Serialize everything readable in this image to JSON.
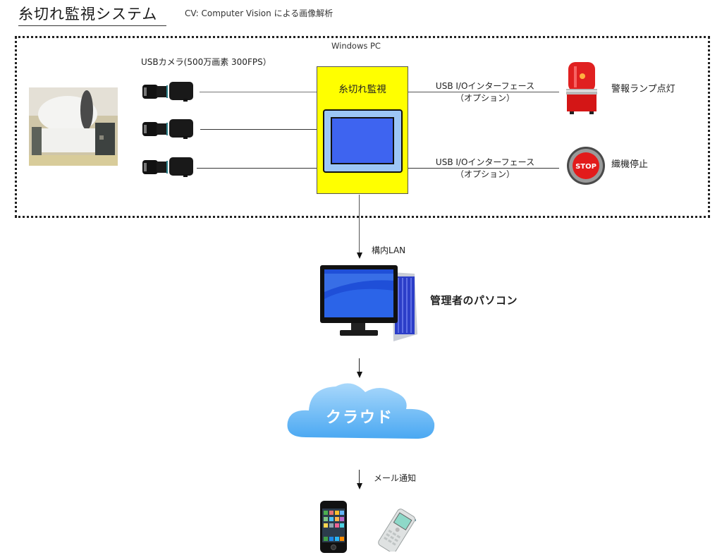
{
  "header": {
    "title": "糸切れ監視システム",
    "subtitle": "CV: Computer Vision による画像解析"
  },
  "windows_pc": {
    "label": "Windows PC",
    "camera_label": "USBカメラ(500万画素 300FPS）",
    "camera_count": 3,
    "monitor_box_label": "糸切れ監視",
    "outputs": [
      {
        "interface_label": "USB I/Oインターフェース",
        "interface_note": "（オプション）",
        "device_icon": "warning-lamp-icon",
        "device_label": "警報ランプ点灯"
      },
      {
        "interface_label": "USB I/Oインターフェース",
        "interface_note": "（オプション）",
        "device_icon": "stop-button-icon",
        "device_label": "織機停止"
      }
    ]
  },
  "flow": {
    "lan_label": "構内LAN",
    "admin_pc_label": "管理者のパソコン",
    "cloud_label": "クラウド",
    "mail_label": "メール通知"
  },
  "colors": {
    "monitor_box": "#ffff00",
    "screen_inner": "#3e64f0",
    "screen_bezel": "#9cc6f5",
    "cloud": "#5ab4f5",
    "lamp_red": "#d81818"
  }
}
